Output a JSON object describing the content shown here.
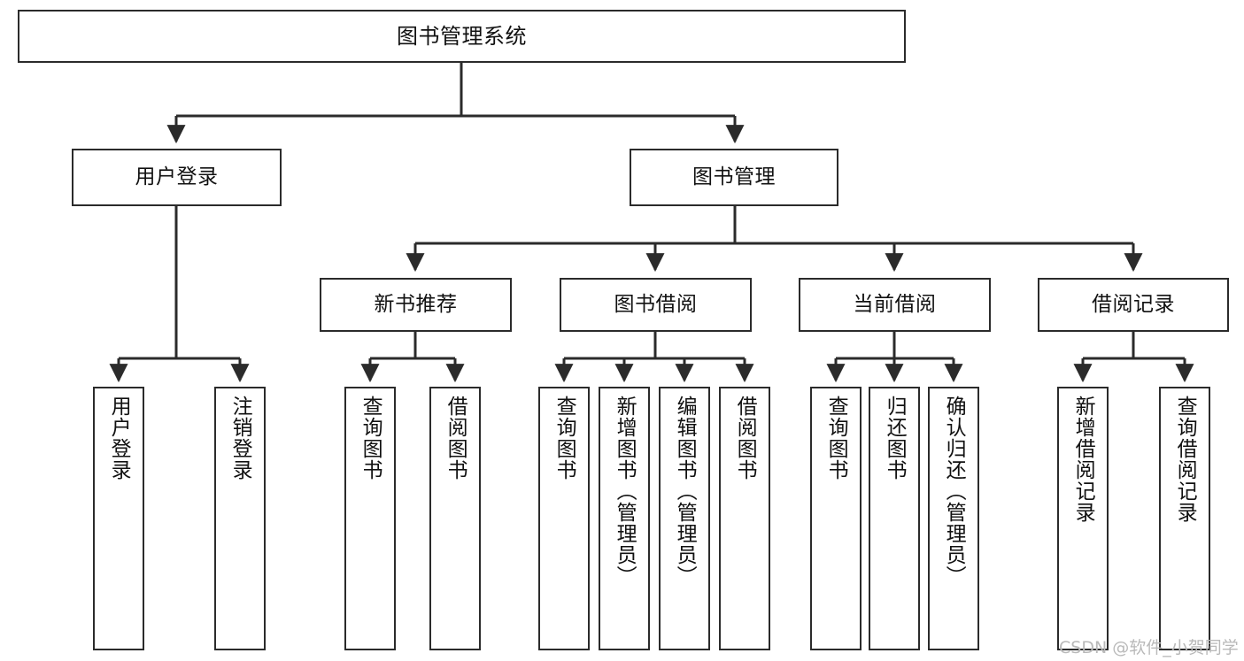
{
  "diagram": {
    "type": "tree-hierarchy",
    "title": "图书管理系统",
    "watermark": "CSDN @软件_小贺同学",
    "colors": {
      "background": "#ffffff",
      "node_border": "#2b2b2b",
      "node_fill": "#ffffff",
      "edge": "#2b2b2b",
      "text": "#111111",
      "watermark": "#b9b9b9"
    },
    "nodes": {
      "root": {
        "label": "图书管理系统"
      },
      "level2": [
        {
          "label": "用户登录"
        },
        {
          "label": "图书管理"
        }
      ],
      "level3": [
        {
          "label": "新书推荐"
        },
        {
          "label": "图书借阅"
        },
        {
          "label": "当前借阅"
        },
        {
          "label": "借阅记录"
        }
      ],
      "leaves": {
        "user_login": [
          {
            "label": "用户登录"
          },
          {
            "label": "注销登录"
          }
        ],
        "new_book_recommend": [
          {
            "label": "查询图书"
          },
          {
            "label": "借阅图书"
          }
        ],
        "book_borrow": [
          {
            "label": "查询图书"
          },
          {
            "label": "新增图书（管理员）"
          },
          {
            "label": "编辑图书（管理员）"
          },
          {
            "label": "借阅图书"
          }
        ],
        "current_borrow": [
          {
            "label": "查询图书"
          },
          {
            "label": "归还图书"
          },
          {
            "label": "确认归还（管理员）"
          }
        ],
        "borrow_record": [
          {
            "label": "新增借阅记录"
          },
          {
            "label": "查询借阅记录"
          }
        ]
      }
    }
  }
}
